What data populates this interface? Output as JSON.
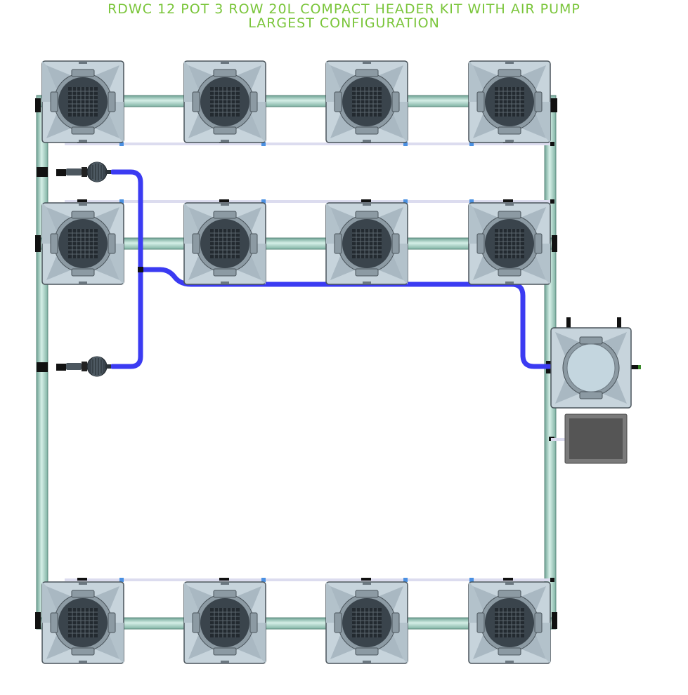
{
  "header": {
    "title_line1": "RDWC 12 POT 3 ROW 20L COMPACT HEADER KIT WITH AIR PUMP",
    "title_line2": "LARGEST CONFIGURATION"
  },
  "diagram": {
    "pot_rows": 3,
    "pots_per_row": 4,
    "pot_count": 12,
    "pot_volume_label": "20L",
    "components": [
      "pots",
      "header-tank",
      "air-pump",
      "pipework",
      "air-line",
      "air-stones"
    ]
  },
  "colors": {
    "title": "#7ac53a",
    "air_line": "#3b3bf2",
    "pipe": "#9fd0c4",
    "pot_body": "#b9c9d3",
    "pot_lid": "#3a444c",
    "air_pump": "#555555"
  }
}
